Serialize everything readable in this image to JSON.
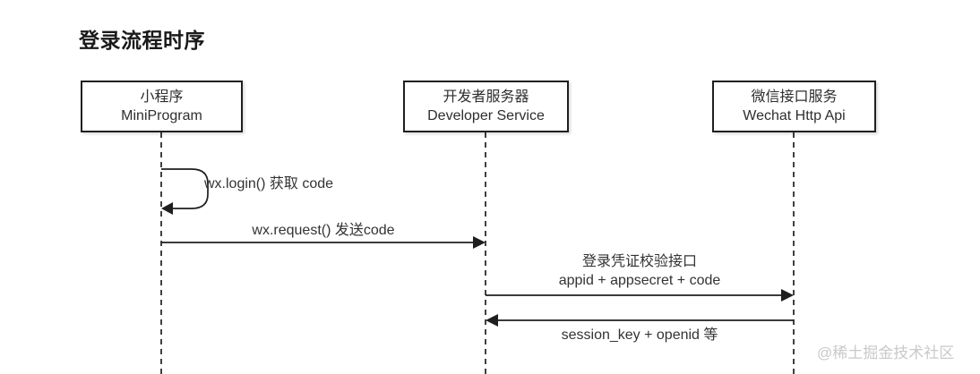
{
  "page": {
    "title": "登录流程时序",
    "watermark": "@稀土掘金技术社区"
  },
  "diagram": {
    "type": "sequence-diagram",
    "actors": [
      {
        "id": "miniprogram",
        "name_cn": "小程序",
        "name_en": "MiniProgram"
      },
      {
        "id": "developer-service",
        "name_cn": "开发者服务器",
        "name_en": "Developer Service"
      },
      {
        "id": "wechat-api",
        "name_cn": "微信接口服务",
        "name_en": "Wechat Http Api"
      }
    ],
    "messages": [
      {
        "seq": 1,
        "type": "self-message",
        "from": "miniprogram",
        "to": "miniprogram",
        "label": "wx.login() 获取 code"
      },
      {
        "seq": 2,
        "type": "arrow-right",
        "from": "miniprogram",
        "to": "developer-service",
        "label": "wx.request() 发送code"
      },
      {
        "seq": 3,
        "type": "arrow-right",
        "from": "developer-service",
        "to": "wechat-api",
        "label": "登录凭证校验接口",
        "label2": "appid + appsecret + code"
      },
      {
        "seq": 4,
        "type": "arrow-left",
        "from": "wechat-api",
        "to": "developer-service",
        "label": "session_key + openid 等"
      }
    ],
    "colors": {
      "stroke": "#1f1f1f",
      "text": "#333333",
      "watermark": "#c9c9c9",
      "background": "#ffffff"
    }
  }
}
